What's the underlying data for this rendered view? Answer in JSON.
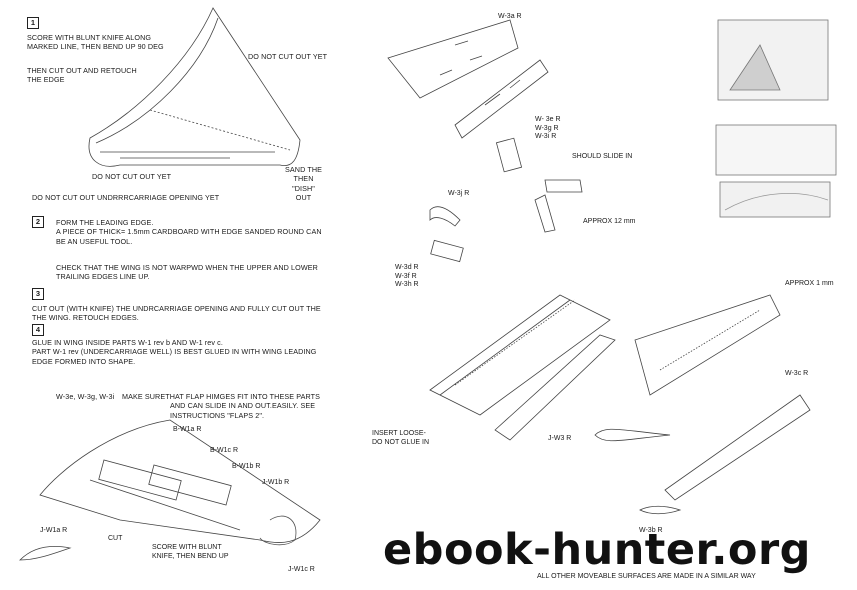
{
  "steps": [
    {
      "num": "1",
      "lines": [
        "SCORE WITH BLUNT KNIFE ALONG",
        "MARKED LINE, THEN BEND UP 90 DEG"
      ]
    },
    {
      "num": "2",
      "lines": [
        "FORM THE LEADING EDGE.",
        "A PIECE OF THICK= 1.5mm CARDBOARD WITH EDGE SANDED ROUND CAN",
        "BE AN USEFUL TOOL."
      ]
    },
    {
      "num": "3",
      "lines": [
        "CUT OUT (WITH KNIFE) THE UNDRCARRIAGE OPENING AND FULLY CUT OUT THE",
        "THE WING. RETOUCH EDGES."
      ]
    },
    {
      "num": "4",
      "lines": [
        "GLUE IN WING INSIDE PARTS W-1 rev b AND W-1 rev c.",
        "PART W-1 rev (UNDERCARRIAGE WELL) IS BEST GLUED IN WITH WING LEADING",
        "EDGE FORMED INTO SHAPE."
      ]
    }
  ],
  "step1_notes": {
    "cut_retouch": [
      "THEN CUT OUT AND RETOUCH",
      "THE EDGE"
    ],
    "not_cut_top": "DO NOT CUT OUT YET",
    "not_cut_mid": "DO NOT CUT OUT YET",
    "sand_dish": [
      "SAND THE",
      "THEN",
      "\"DISH\"",
      "OUT"
    ],
    "not_cut_undercarriage": "DO NOT CUT OUT UNDRRRCARRIAGE OPENING YET"
  },
  "step2_check": [
    "CHECK THAT  THE WING IS NOT WARPWD WHEN THE UPPER AND LOWER",
    "TRAILING EDGES LINE UP."
  ],
  "flap_note": {
    "parts": "W-3e, W-3g, W-3i",
    "lines": [
      "MAKE SURETHAT FLAP HIMGES FIT INTO THESE PARTS",
      "AND CAN SLIDE IN AND OUT.EASILY. SEE",
      "INSTRUCTIONS \"FLAPS 2\"."
    ]
  },
  "bottom_left_labels": {
    "bw1a": "B-W1a R",
    "bw1c": "B-W1c R",
    "bw1b": "B-W1b R",
    "jw1b": "J-W1b R",
    "jw1a": "J-W1a R",
    "cut": "CUT",
    "score": [
      "SCORE WITH BLUNT",
      "KNIFE, THEN BEND UP"
    ],
    "jw1c": "J-W1c R"
  },
  "center_labels": {
    "w3a": "W-3a R",
    "w3egi": [
      "W- 3e R",
      "W-3g R",
      "W-3i R"
    ],
    "slide": "SHOULD SLIDE IN",
    "w3j": "W-3j R",
    "approx12": "APPROX 12 mm",
    "w3dfh": [
      "W-3d R",
      "W-3f R",
      "W-3h R"
    ],
    "insert": [
      "INSERT LOOSE-",
      "DO NOT GLUE IN"
    ],
    "jw3": "J-W3 R",
    "approx1": "APPROX 1 mm",
    "w3c": "W-3c R",
    "w3b": "W-3b R"
  },
  "watermark": "ebook-hunter.org",
  "footer": "ALL OTHER MOVEABLE SURFACES ARE MADE IN A SIMILAR WAY"
}
